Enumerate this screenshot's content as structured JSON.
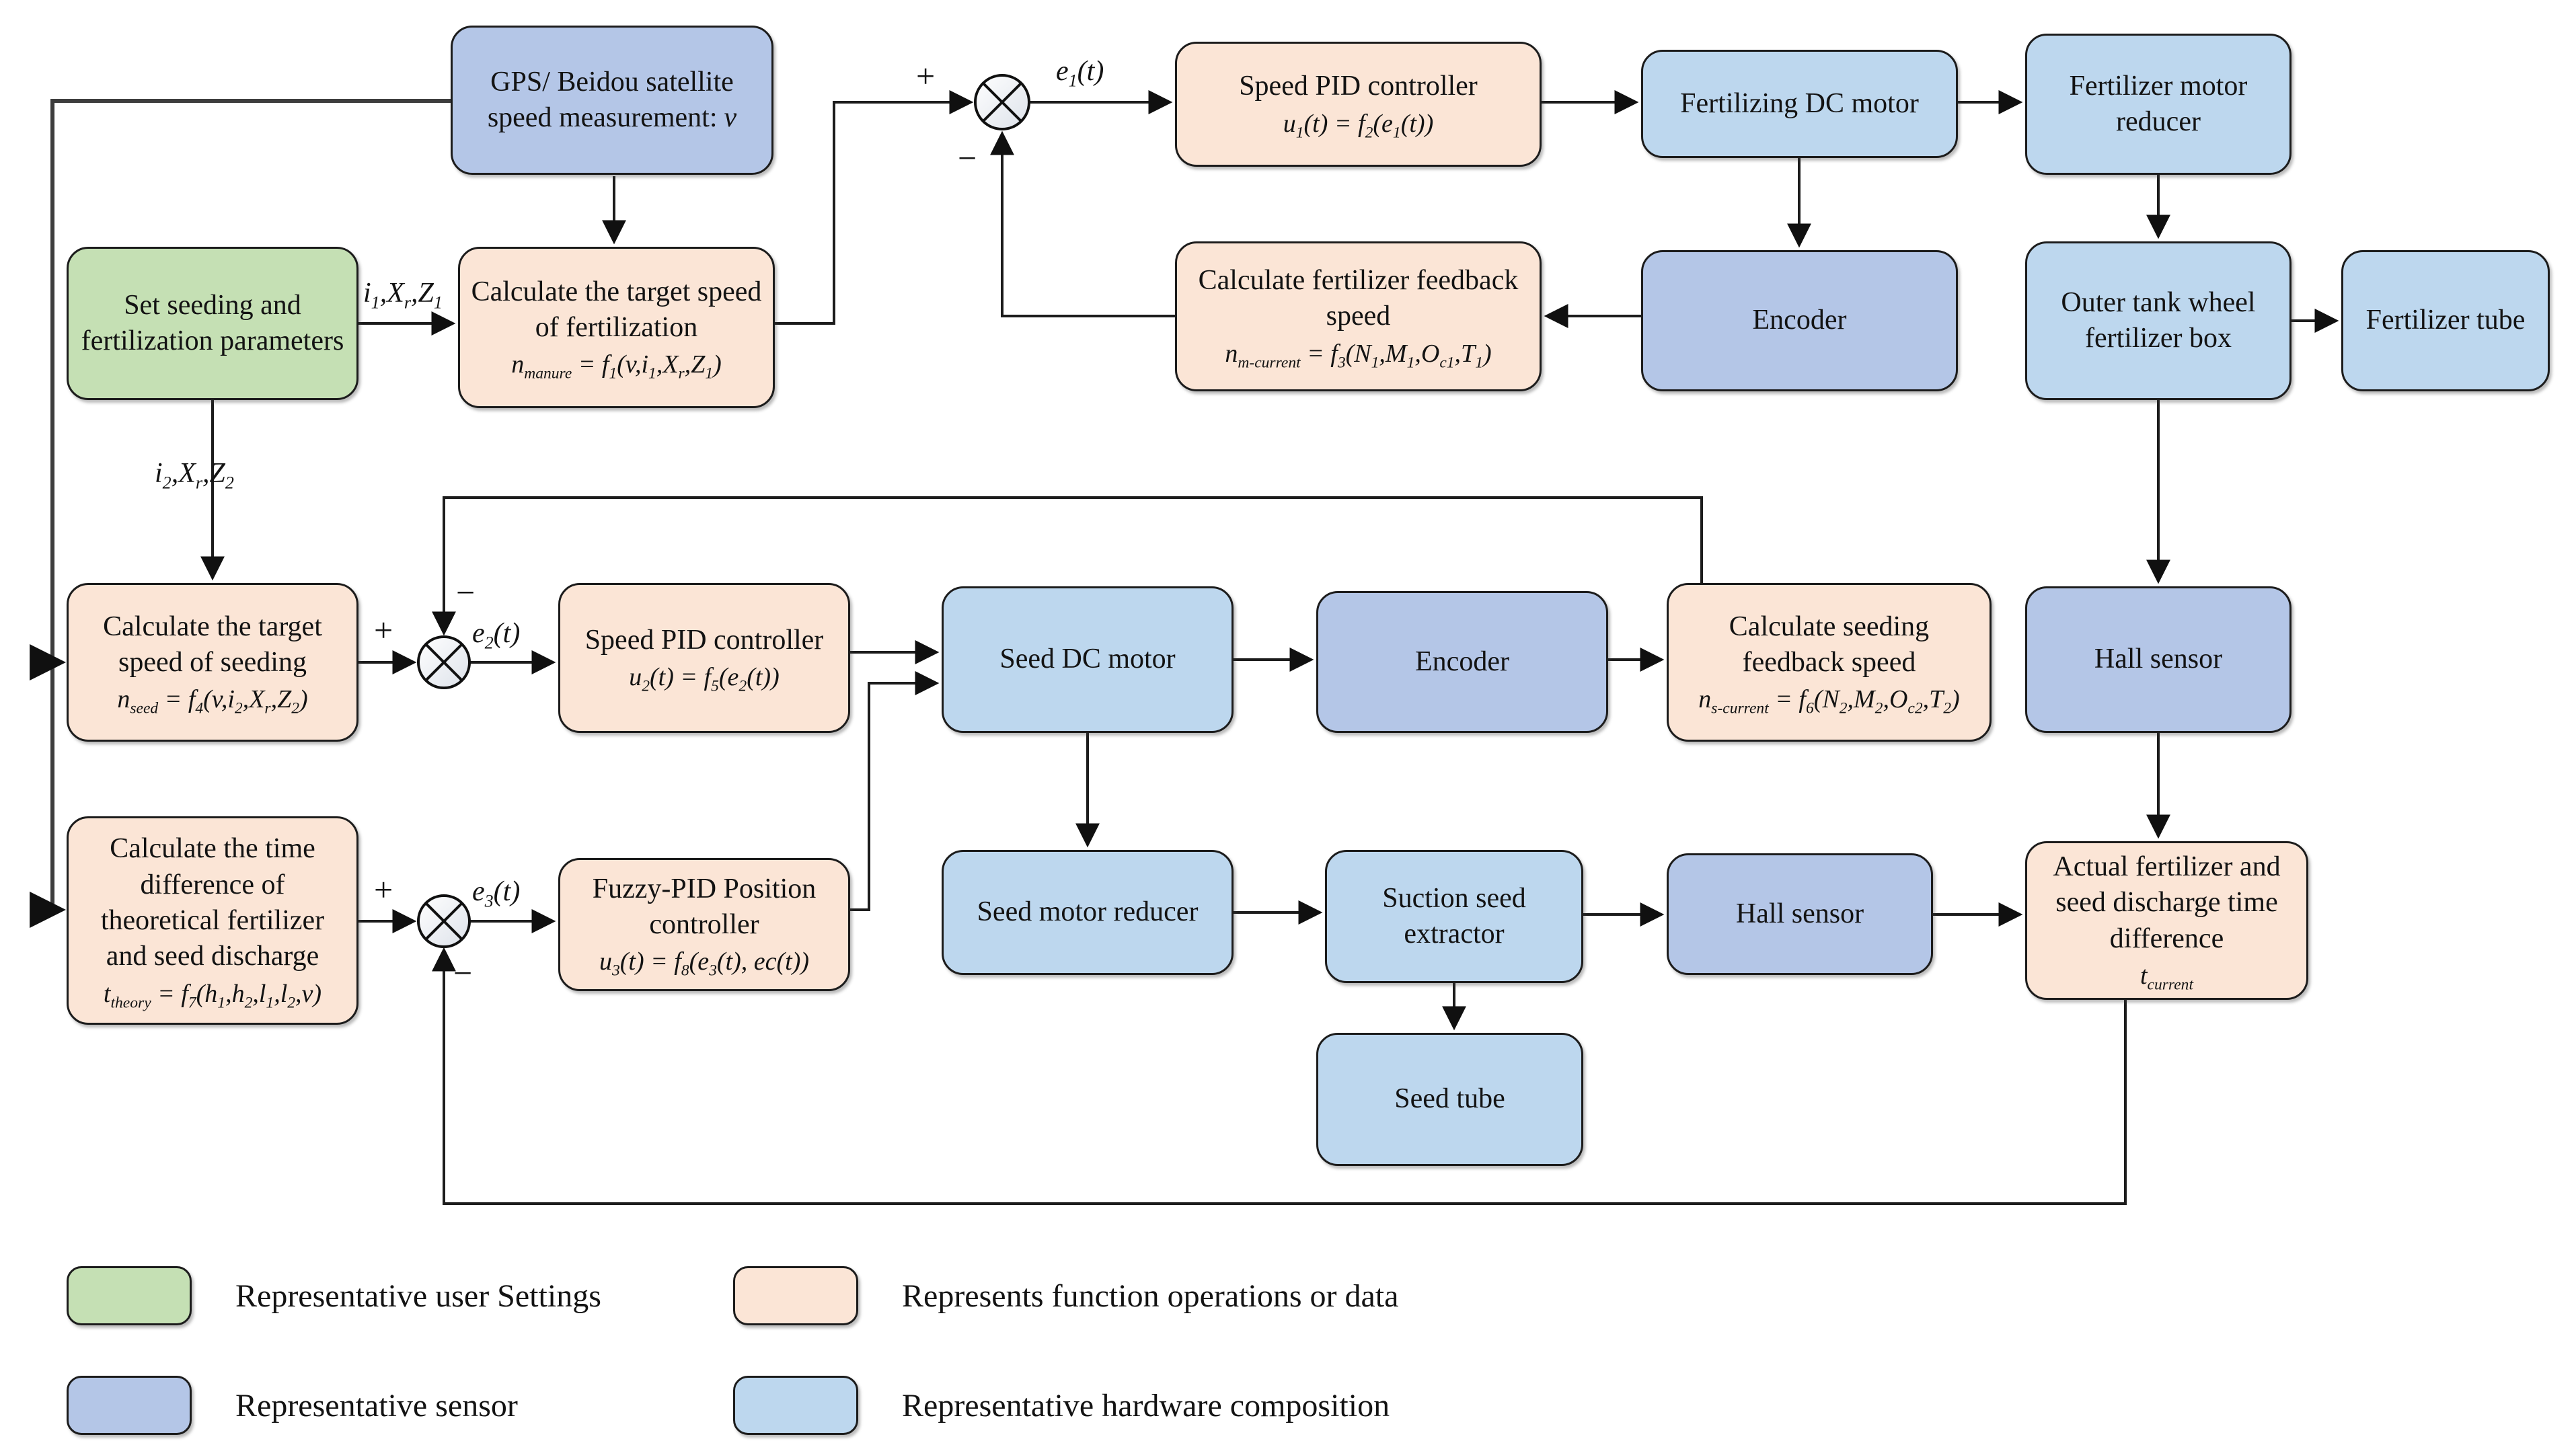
{
  "diagram": {
    "title": "Seeding and fertilization control system block diagram",
    "colors": {
      "user_settings": "#c5e0b4",
      "function_data": "#fbe5d6",
      "sensor": "#b4c6e7",
      "hardware": "#bdd7ee",
      "line": "#1c1c1c"
    },
    "nodes": {
      "gps": {
        "text": "GPS/ Beidou satellite speed measurement:",
        "var": "v"
      },
      "pid1": {
        "title": "Speed PID controller",
        "formula": "u_{1}(t) = f_{2}(e_{1}(t))"
      },
      "fertilizing_dc_motor": {
        "title": "Fertilizing DC motor"
      },
      "fertilizer_motor_reducer": {
        "title": "Fertilizer motor reducer"
      },
      "set_params": {
        "title": "Set seeding and fertilization parameters"
      },
      "calc_fert_target": {
        "title": "Calculate the target speed of fertilization",
        "formula": "n_{manure} = f_{1}(v,i_{1},X_{r},Z_{1})"
      },
      "calc_fert_feedback": {
        "title": "Calculate fertilizer feedback speed",
        "formula": "n_{m-current} = f_{3}(N_{1},M_{1},O_{c1},T_{1})"
      },
      "encoder1": {
        "title": "Encoder"
      },
      "outer_tank": {
        "title": "Outer tank wheel fertilizer box"
      },
      "fertilizer_tube": {
        "title": "Fertilizer tube"
      },
      "calc_seed_target": {
        "title": "Calculate the target speed of seeding",
        "formula": "n_{seed} = f_{4}(v,i_{2},X_{r},Z_{2})"
      },
      "pid2": {
        "title": "Speed PID controller",
        "formula": "u_{2}(t) = f_{5}(e_{2}(t))"
      },
      "seed_dc_motor": {
        "title": "Seed DC motor"
      },
      "encoder2": {
        "title": "Encoder"
      },
      "calc_seed_feedback": {
        "title": "Calculate seeding feedback speed",
        "formula": "n_{s-current} = f_{6}(N_{2},M_{2},O_{c2},T_{2})"
      },
      "hall_sensor_right": {
        "title": "Hall sensor"
      },
      "calc_time_diff": {
        "title": "Calculate the time difference of theoretical fertilizer and seed discharge",
        "formula": "t_{theory} = f_{7}(h_{1},h_{2},l_{1},l_{2},v)"
      },
      "fuzzy_pid": {
        "title": "Fuzzy-PID Position controller",
        "formula": "u_{3}(t) = f_{8}(e_{3}(t), ec(t))"
      },
      "seed_motor_reducer": {
        "title": "Seed motor reducer"
      },
      "suction_seed_extractor": {
        "title": "Suction seed extractor"
      },
      "hall_sensor_bottom": {
        "title": "Hall sensor"
      },
      "actual_time_diff": {
        "title": "Actual fertilizer and seed discharge time difference",
        "formula": "t_{current}"
      },
      "seed_tube": {
        "title": "Seed tube"
      }
    },
    "edge_labels": {
      "i1": "i_{1},X_{r},Z_{1}",
      "i2": "i_{2},X_{r},Z_{2}",
      "e1": "e_{1}(t)",
      "e2": "e_{2}(t)",
      "e3": "e_{3}(t)",
      "plus": "+",
      "minus": "−"
    },
    "legend": [
      {
        "swatch": "user_settings",
        "label": "Representative user Settings"
      },
      {
        "swatch": "function_data",
        "label": "Represents function operations or data"
      },
      {
        "swatch": "sensor",
        "label": "Representative sensor"
      },
      {
        "swatch": "hardware",
        "label": "Representative hardware composition"
      }
    ]
  }
}
